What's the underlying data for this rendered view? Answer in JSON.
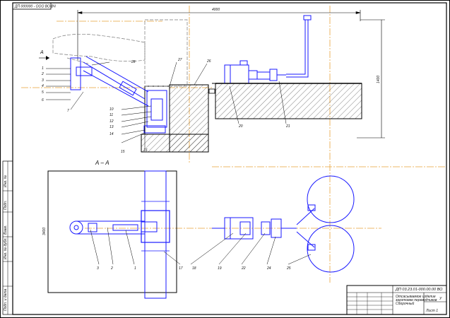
{
  "drawing": {
    "stamp_code": "ДП 000000 - ООО ВО ВЧ",
    "section_label": "А – А",
    "view_letter": "А",
    "top_dimension": "4000",
    "right_dimension": "1400",
    "left_dimension": "3400",
    "title_block": {
      "doc_code": "ДП 03.23.01-000.00.00 ВО",
      "name_lines": [
        "Отсасываемое изделие",
        "заготовке переводчиков",
        "Сборочный"
      ],
      "stage": "У",
      "sheet": "Лист 1"
    }
  },
  "callouts": {
    "left_column": [
      "1",
      "2",
      "3",
      "4",
      "5",
      "6",
      "7"
    ],
    "top_item": "28",
    "frame_items": [
      "27",
      "26"
    ],
    "mid_column": [
      "10",
      "11",
      "12",
      "13",
      "14",
      "15",
      "16"
    ],
    "motor_items": [
      "20",
      "21"
    ],
    "bottom_row": [
      "3",
      "2",
      "1",
      "17",
      "18",
      "19",
      "22",
      "24",
      "25"
    ]
  },
  "side_stamps": [
    "Инв. №",
    "Подп.",
    "Взам.",
    "Инв. № дубл.",
    "Подп. и дата"
  ]
}
